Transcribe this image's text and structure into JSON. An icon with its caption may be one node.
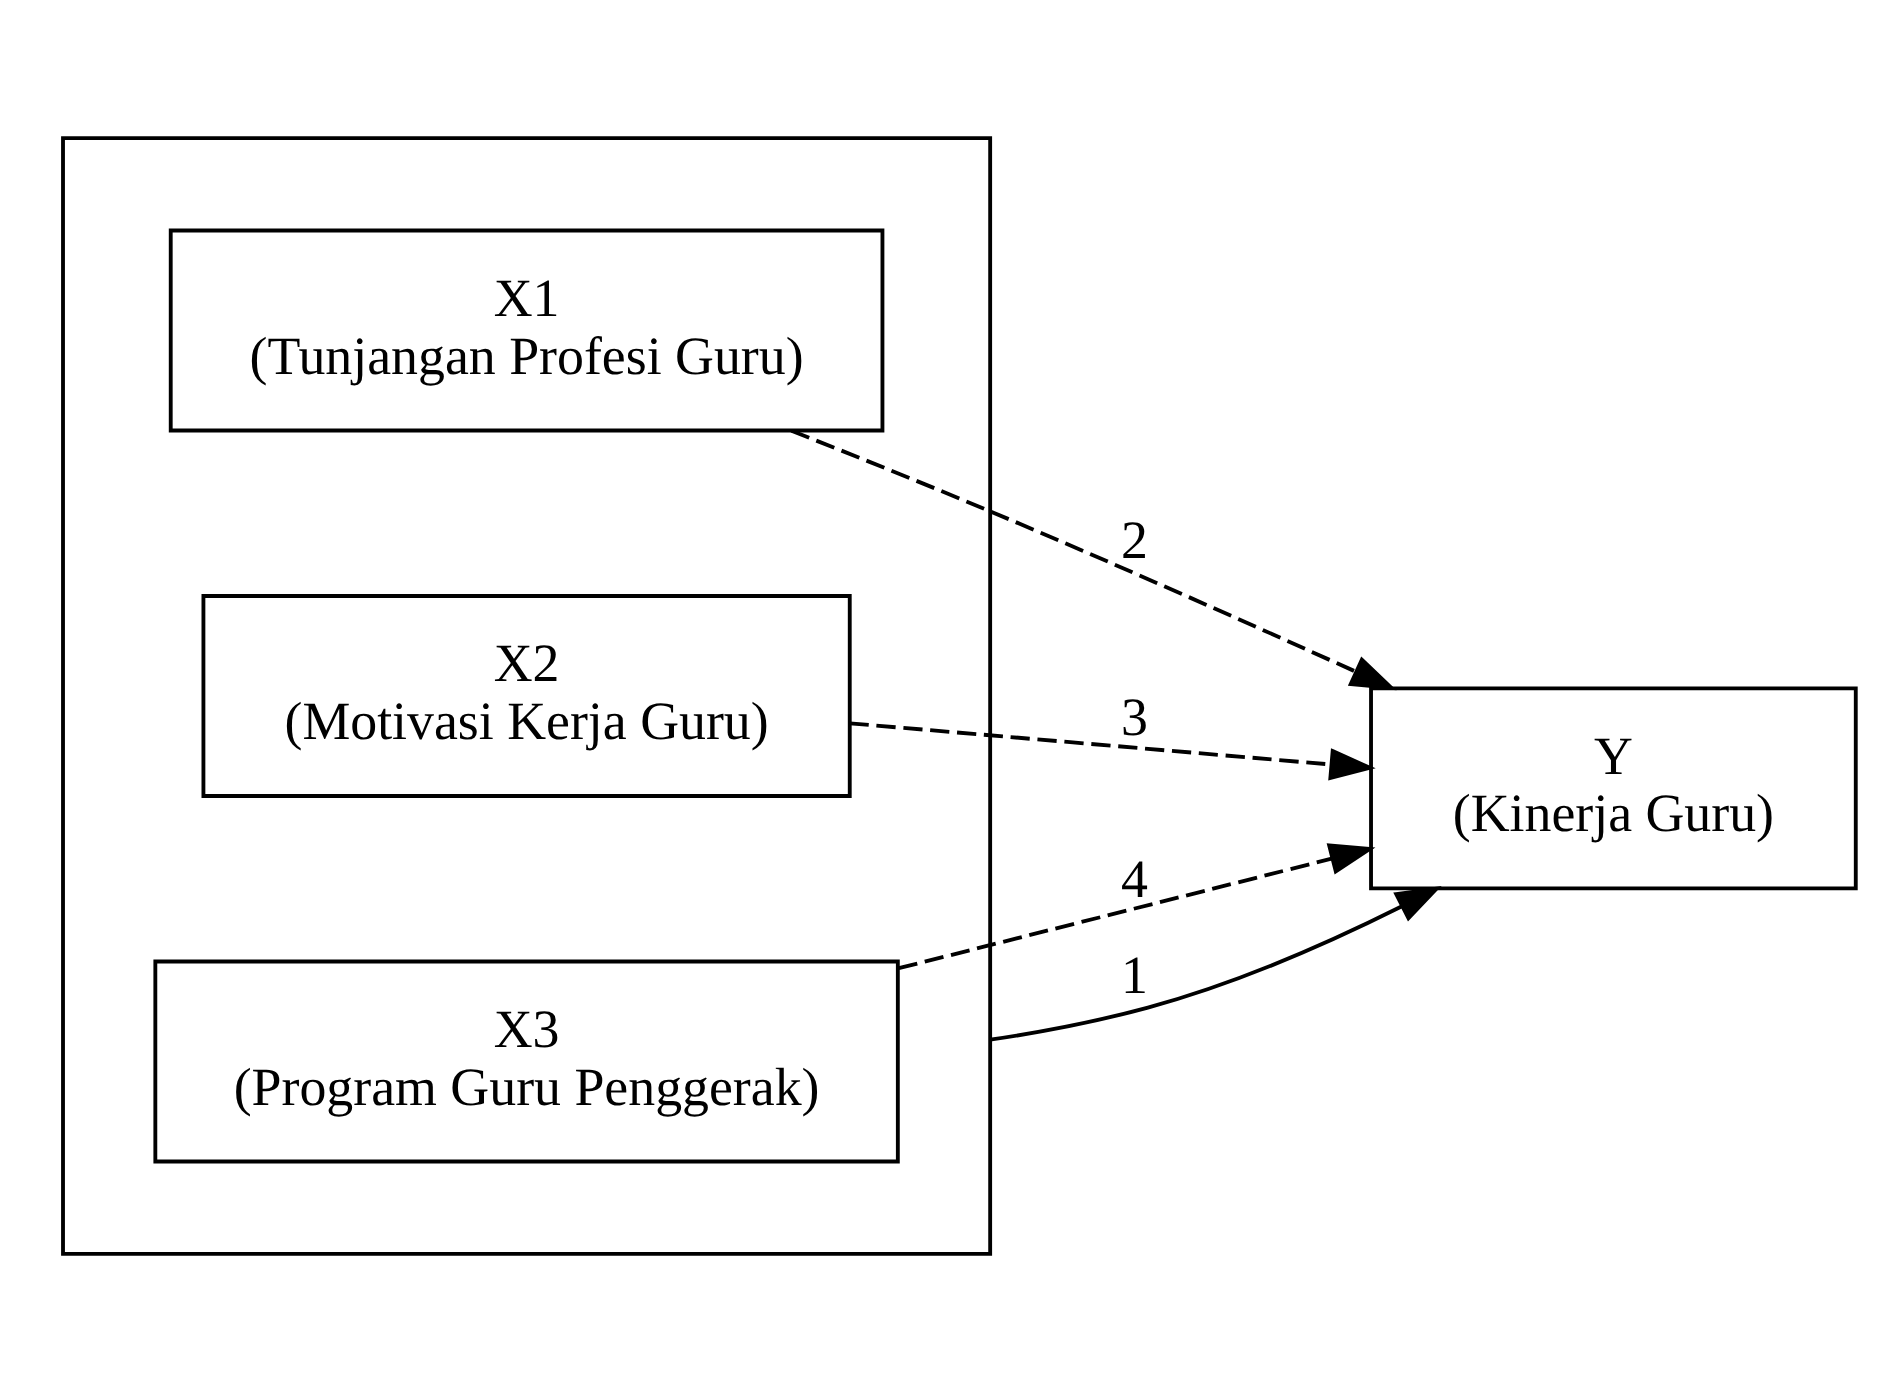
{
  "diagram": {
    "nodes": [
      {
        "text": [],
        "shape": "box"
      },
      {
        "text": [
          "X1",
          "(Tunjangan Profesi Guru)"
        ],
        "in": 0
      },
      {
        "text": [
          "X2",
          "(Motivasi Kerja Guru)"
        ],
        "in": 0
      },
      {
        "text": [
          "X3",
          "(Program Guru Penggerak)"
        ],
        "in": 0
      },
      {
        "text": [
          "Y",
          "(Kinerja Guru)"
        ]
      }
    ],
    "edges": [
      {
        "from": 1,
        "to": 4,
        "arrow": "to",
        "style": "dashed",
        "label": "2"
      },
      {
        "from": 2,
        "to": 4,
        "arrow": "to",
        "style": "dashed",
        "label": "3"
      },
      {
        "from": 3,
        "to": 4,
        "arrow": "to",
        "style": "dashed",
        "label": "4"
      },
      {
        "from": 0,
        "to": 4,
        "arrow": "to",
        "label": "1"
      }
    ]
  }
}
